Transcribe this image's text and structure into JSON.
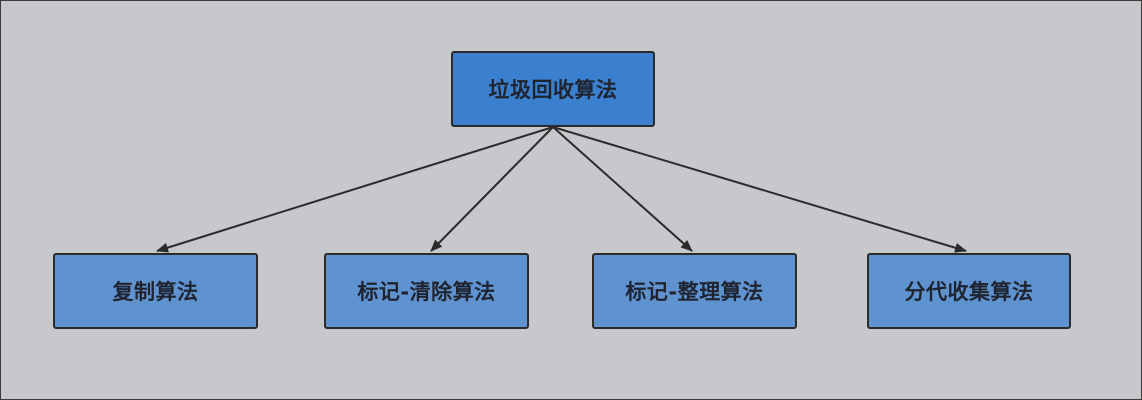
{
  "diagram": {
    "root": {
      "label": "垃圾回收算法"
    },
    "children": [
      {
        "label": "复制算法"
      },
      {
        "label": "标记-清除算法"
      },
      {
        "label": "标记-整理算法"
      },
      {
        "label": "分代收集算法"
      }
    ]
  },
  "colors": {
    "background": "#c7c8cc",
    "root_fill": "#3a80cf",
    "child_fill": "#5f93cf",
    "border": "#2b2b2b",
    "edge": "#2b2b2b",
    "text": "#1f2430"
  }
}
